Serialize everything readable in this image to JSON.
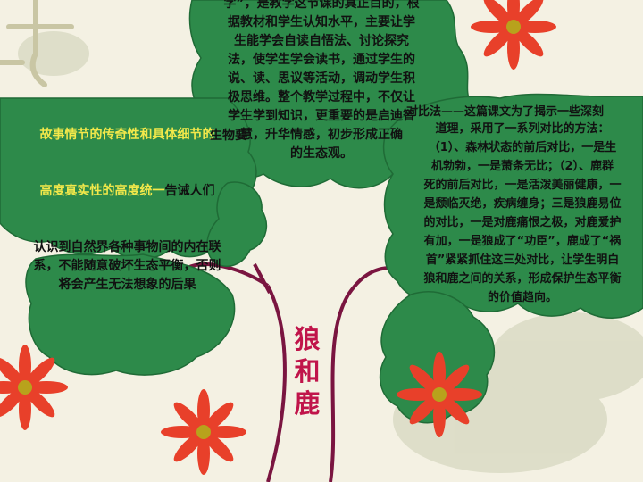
{
  "title": "狼和鹿",
  "center_text": "学”，是教学这节课的真正目的，根\n据教材和学生认知水平，主要让学\n生能学会自读自悟法、讨论探究\n法，使学生学会读书，通过学生的\n说、读、思议等活动，调动学生积\n极思维。整个教学过程中，不仅让\n学生学到知识，更重要的是启迪智\n慧，升华情感，初步形成正确\n的生态观。",
  "left_text_line1": "故事情节的传奇性和具体细节的",
  "left_text_line2_yellow": "高度真实性的高度统一",
  "left_text_line2_rest": "告诫人们",
  "left_text_rest": "认识到自然界各种事物间的内在联\n系，不能随意破坏生态平衡，否则\n将会产生无法想象的后果",
  "left_overlap_text": "生物要",
  "right_heading": "对比法——这篇课文为了揭示一些深刻",
  "right_text": "道理，采用了一系列对比的方法：\n（1）、森林状态的前后对比，一是生\n机勃勃，一是萧条无比；（2）、鹿群\n死的前后对比，一是活泼美丽健康，一\n是颓临灭绝，疾病缠身；三是狼鹿易位\n的对比，一是对鹿痛恨之极，对鹿爱护\n有加，一是狼成了“功臣”，鹿成了“祸\n首”紧紧抓住这三处对比，让学生明白\n狼和鹿之间的关系，形成保护生态平衡\n的价值趋向。",
  "colors": {
    "leaf": "#2d8a4a",
    "leaf_edge": "#1f6b36",
    "trunk": "#7a1540",
    "flower": "#e8402a",
    "title": "#c0144a",
    "background": "#f4f1e3"
  }
}
